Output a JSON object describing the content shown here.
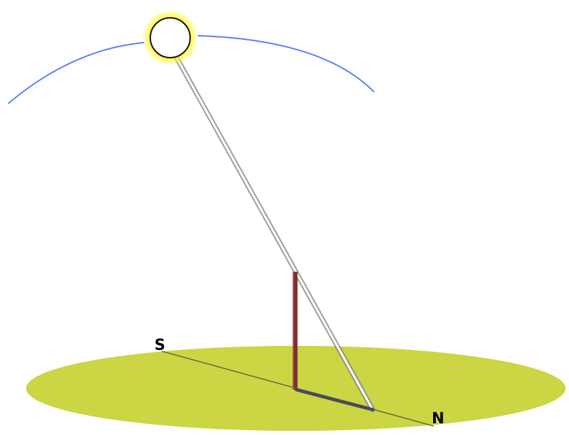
{
  "labels": {
    "south": "S",
    "north": "N"
  },
  "colors": {
    "background": "#ffffff",
    "ground": "#ccd543",
    "sky_arc": "#5b7bff",
    "sun_fill": "#ffffff",
    "sun_glow": "#fff200",
    "sun_outline": "#111111",
    "sun_ray": "#ffffff",
    "sun_ray_edge": "#9a9a9a",
    "pole": "#7a3030",
    "shadow": "#4a4a5a",
    "meridian_line": "#6a6a3a",
    "label_text": "#111111"
  },
  "icons": {
    "sun": "sun-icon",
    "pole": "vertical-pole",
    "shadow": "pole-shadow"
  }
}
